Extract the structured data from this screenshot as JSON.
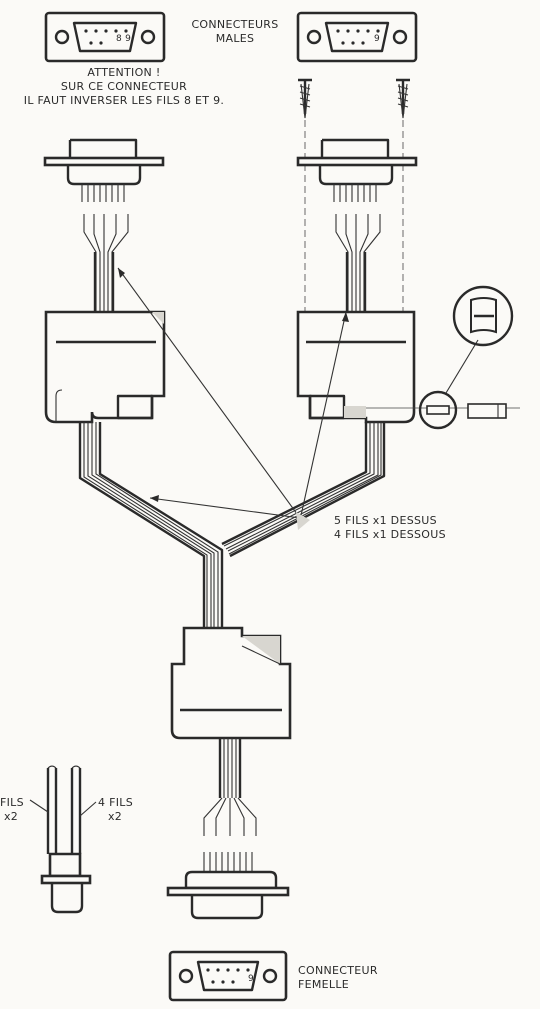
{
  "labels": {
    "male_title_1": "CONNECTEURS",
    "male_title_2": "MALES",
    "attention_1": "ATTENTION !",
    "attention_2": "SUR CE CONNECTEUR",
    "attention_3": "IL FAUT INVERSER LES FILS 8 ET 9.",
    "wires_top": "5 FILS x1 DESSUS",
    "wires_bottom": "4 FILS x1 DESSOUS",
    "left_fils_1": "FILS",
    "left_fils_2": "x2",
    "right_fils_1": "4 FILS",
    "right_fils_2": "x2",
    "female_1": "CONNECTEUR",
    "female_2": "FEMELLE"
  },
  "pin_labels": {
    "male_left": "8 9",
    "male_right": "9",
    "female": "9"
  },
  "colors": {
    "ink": "#2a2a2a",
    "paper": "#fbfaf7",
    "tone": "#d8d6d0"
  }
}
